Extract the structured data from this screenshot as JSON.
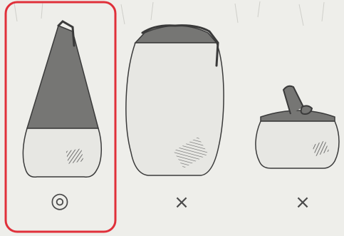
{
  "figure": {
    "colors": {
      "background": "#eeeeea",
      "bag_fill": "#e7e7e3",
      "shade_fill": "#767674",
      "outline": "#3a3a3a",
      "highlight_box": "#e0303a"
    },
    "options": [
      {
        "mark": "◎",
        "selected": true,
        "bag_shape": "tall-tapered"
      },
      {
        "mark": "×",
        "selected": false,
        "bag_shape": "wide-round"
      },
      {
        "mark": "×",
        "selected": false,
        "bag_shape": "short-squat"
      }
    ]
  }
}
